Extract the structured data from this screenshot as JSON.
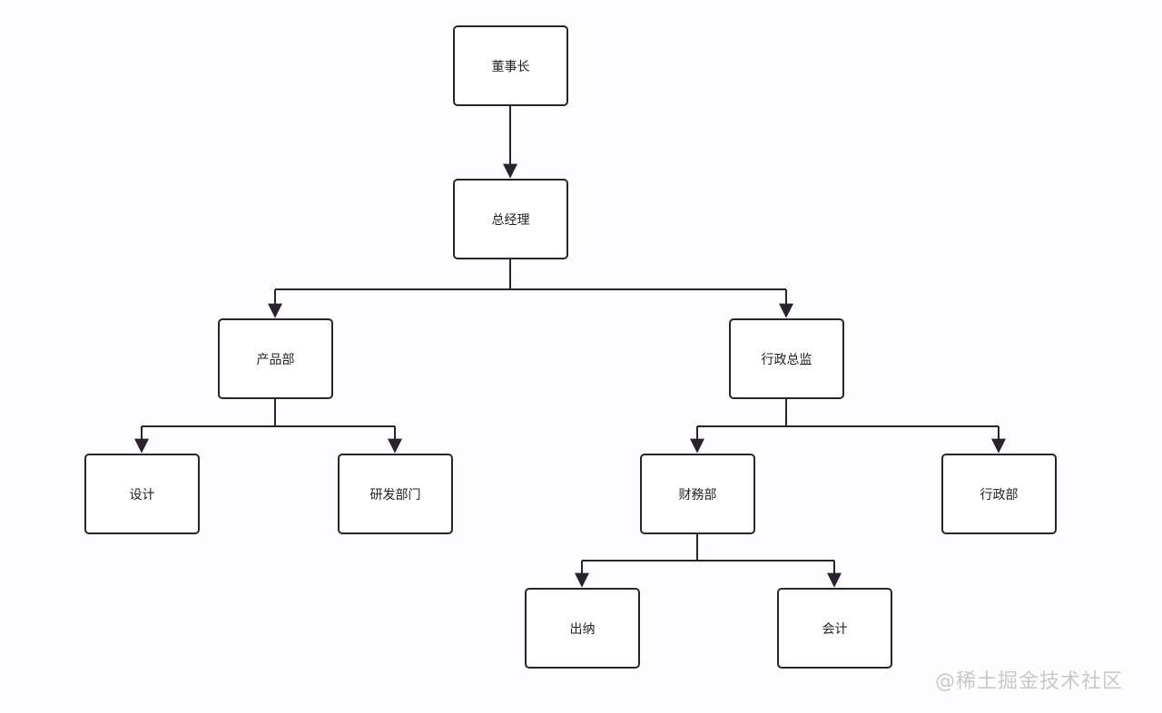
{
  "nodes": [
    {
      "id": "chairman",
      "label": "董事长"
    },
    {
      "id": "gm",
      "label": "总经理"
    },
    {
      "id": "product",
      "label": "产品部"
    },
    {
      "id": "admin-director",
      "label": "行政总监"
    },
    {
      "id": "design",
      "label": "设计"
    },
    {
      "id": "rnd",
      "label": "研发部门"
    },
    {
      "id": "finance",
      "label": "财務部"
    },
    {
      "id": "admin-dept",
      "label": "行政部"
    },
    {
      "id": "cashier",
      "label": "出纳"
    },
    {
      "id": "accounting",
      "label": "会计"
    }
  ],
  "edges": [
    {
      "from": "chairman",
      "to": "gm"
    },
    {
      "from": "gm",
      "to": "product"
    },
    {
      "from": "gm",
      "to": "admin-director"
    },
    {
      "from": "product",
      "to": "design"
    },
    {
      "from": "product",
      "to": "rnd"
    },
    {
      "from": "admin-director",
      "to": "finance"
    },
    {
      "from": "admin-director",
      "to": "admin-dept"
    },
    {
      "from": "finance",
      "to": "cashier"
    },
    {
      "from": "finance",
      "to": "accounting"
    }
  ],
  "watermark": "@稀土掘金技术社区",
  "colors": {
    "line": "#2a2230",
    "node_border": "#2a2230",
    "background": "#fdfcfe"
  }
}
